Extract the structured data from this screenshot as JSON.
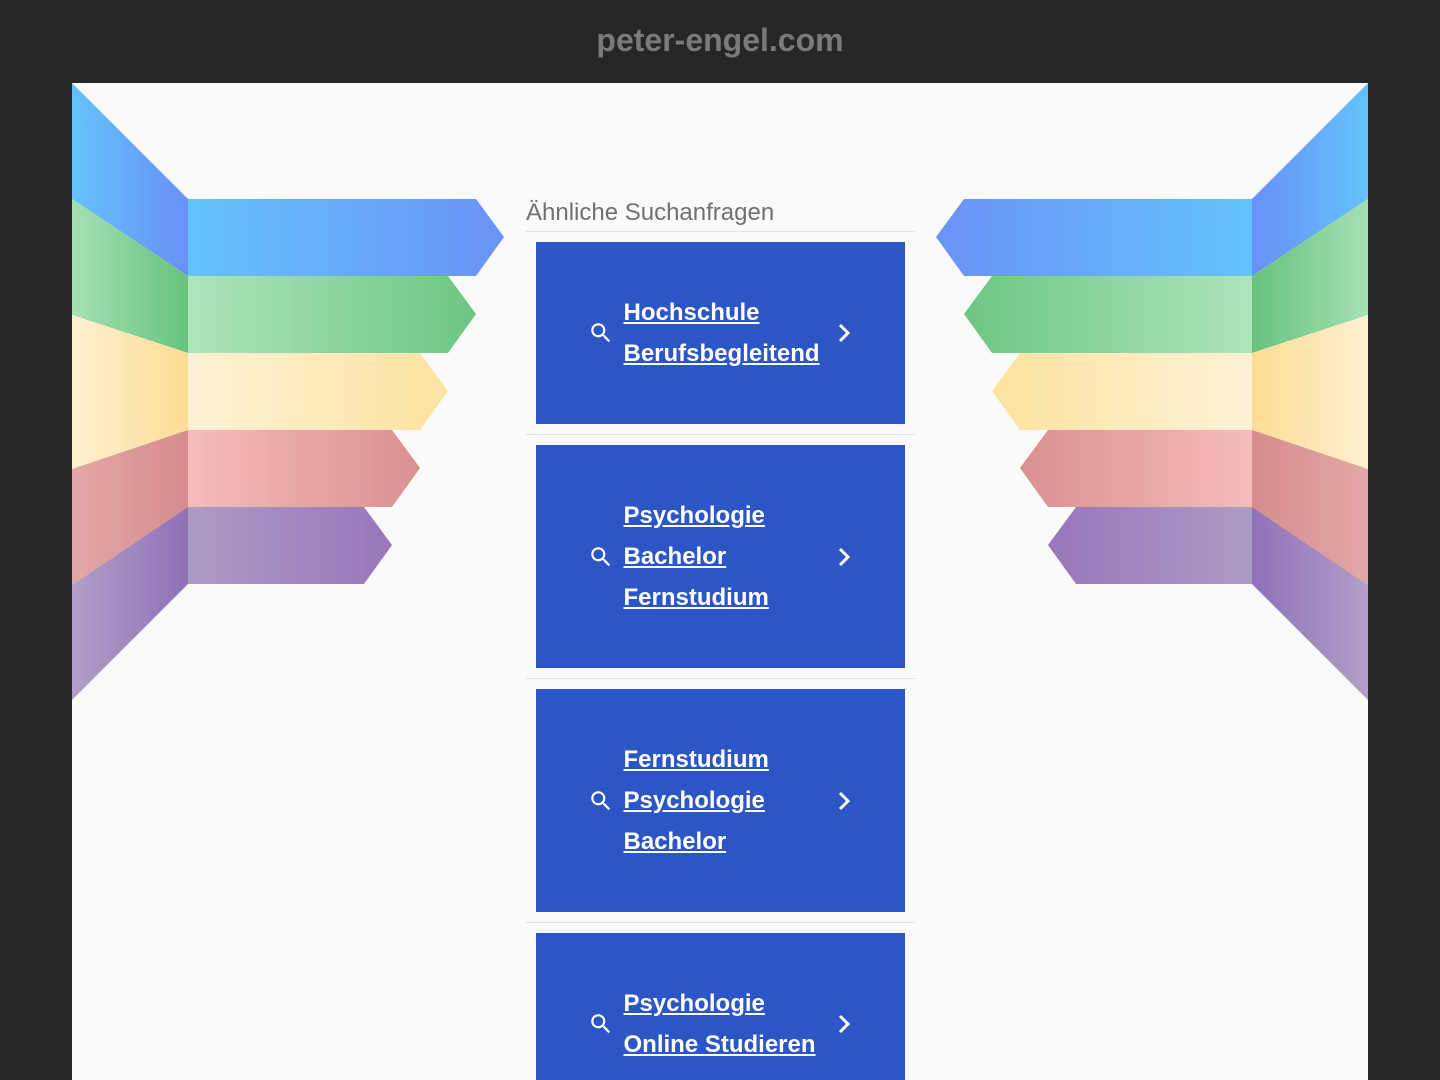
{
  "header": {
    "domain": "peter-engel.com"
  },
  "panel": {
    "title": "Ähnliche Suchanfragen",
    "results": [
      {
        "label": "Hochschule Berufsbegleitend"
      },
      {
        "label": "Psychologie Bachelor Fernstudium"
      },
      {
        "label": "Fernstudium Psychologie Bachelor"
      },
      {
        "label": "Psychologie Online Studieren"
      }
    ]
  },
  "icons": {
    "search": "search-icon",
    "chevron": "chevron-right-icon"
  },
  "colors": {
    "frame": "#262626",
    "page": "#fafafa",
    "result_bg": "#2c55c5",
    "result_text": "#ffffff",
    "ribbon_blue": "#5fb8f8",
    "ribbon_green": "#6cc684",
    "ribbon_yellow": "#fde4a0",
    "ribbon_red": "#e49a9a",
    "ribbon_purple": "#9b7cbc"
  }
}
